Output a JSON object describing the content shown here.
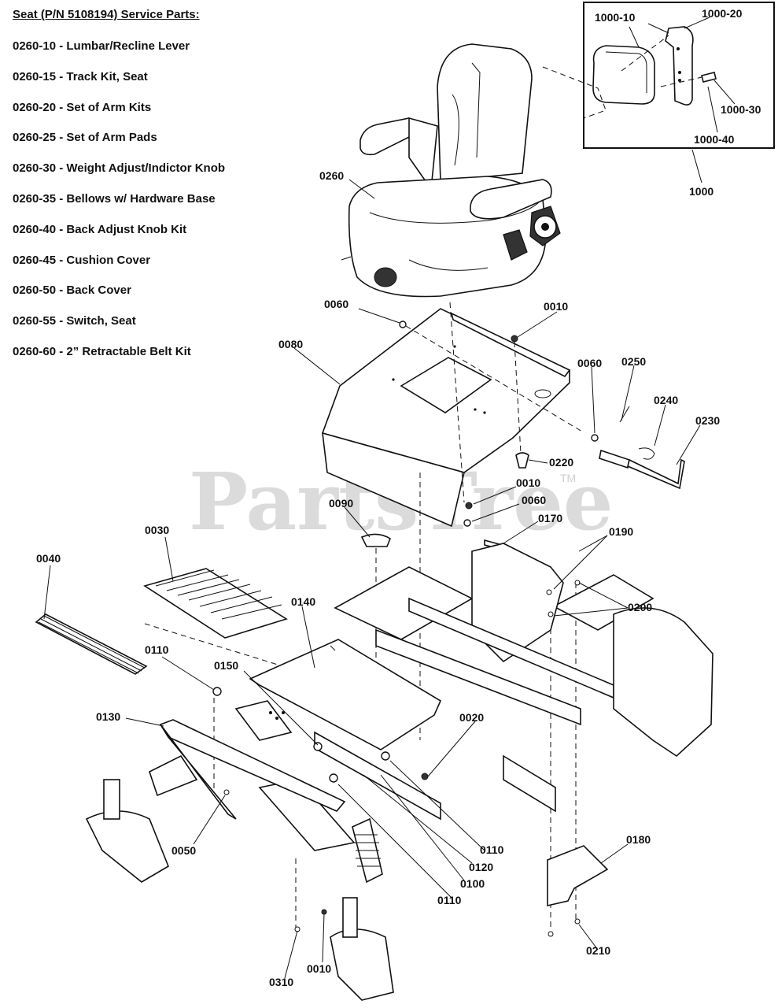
{
  "service_parts": {
    "heading": "Seat (P/N 5108194) Service Parts:",
    "items": [
      "0260-10 - Lumbar/Recline Lever",
      "0260-15 - Track Kit, Seat",
      "0260-20 - Set of Arm Kits",
      "0260-25 - Set of Arm Pads",
      "0260-30 - Weight Adjust/Indictor Knob",
      "0260-35 - Bellows w/ Hardware Base",
      "0260-40 - Back Adjust Knob Kit",
      "0260-45 - Cushion Cover",
      "0260-50 - Back Cover",
      "0260-55 - Switch, Seat",
      "0260-60 - 2” Retractable Belt Kit"
    ]
  },
  "watermark": {
    "text": "PartsTree",
    "mark": "TM"
  },
  "callouts": {
    "c1000_10": "1000-10",
    "c1000_20": "1000-20",
    "c1000_30": "1000-30",
    "c1000_40": "1000-40",
    "c1000": "1000",
    "c0260": "0260",
    "c0060_a": "0060",
    "c0010_a": "0010",
    "c0080": "0080",
    "c0060_b": "0060",
    "c0250": "0250",
    "c0240": "0240",
    "c0230": "0230",
    "c0220": "0220",
    "c0010_b": "0010",
    "c0060_c": "0060",
    "c0090": "0090",
    "c0170": "0170",
    "c0030": "0030",
    "c0040": "0040",
    "c0190": "0190",
    "c0200": "0200",
    "c0140": "0140",
    "c0110_a": "0110",
    "c0150": "0150",
    "c0130": "0130",
    "c0020": "0020",
    "c0180": "0180",
    "c0050": "0050",
    "c0110_b": "0110",
    "c0120": "0120",
    "c0100": "0100",
    "c0110_c": "0110",
    "c0210": "0210",
    "c0010_c": "0010",
    "c0310": "0310"
  }
}
